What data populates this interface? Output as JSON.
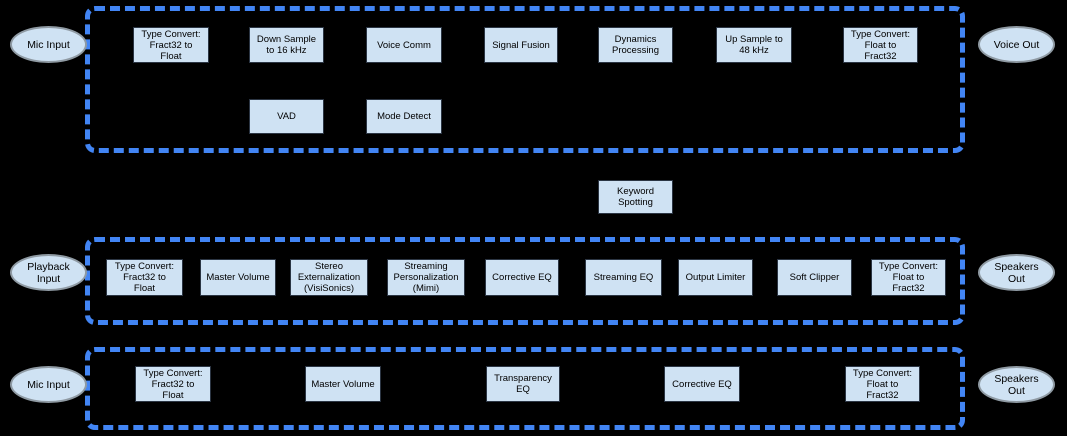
{
  "colors": {
    "background": "#000000",
    "group_border": "#4285f4",
    "block_fill": "#cfe2f3",
    "block_border": "#2b3543",
    "ellipse_fill": "#cfe2f3",
    "ellipse_border": "#8f9aa3"
  },
  "voice_pipeline": {
    "input_label": "Mic Input",
    "output_label": "Voice Out",
    "main_blocks": [
      "Type Convert:\nFract32 to\nFloat",
      "Down Sample\nto 16 kHz",
      "Voice Comm",
      "Signal Fusion",
      "Dynamics\nProcessing",
      "Up Sample to\n48 kHz",
      "Type Convert:\nFloat to\nFract32"
    ],
    "secondary_blocks": [
      "VAD",
      "Mode Detect"
    ]
  },
  "keyword_spotting_label": "Keyword\nSpotting",
  "playback_pipeline": {
    "input_label": "Playback\nInput",
    "output_label": "Speakers\nOut",
    "blocks": [
      "Type Convert:\nFract32 to\nFloat",
      "Master Volume",
      "Stereo\nExternalization\n(VisiSonics)",
      "Streaming\nPersonalization\n(Mimi)",
      "Corrective EQ",
      "Streaming EQ",
      "Output Limiter",
      "Soft Clipper",
      "Type Convert:\nFloat to\nFract32"
    ]
  },
  "mic_passthrough_pipeline": {
    "input_label": "Mic Input",
    "output_label": "Speakers\nOut",
    "blocks": [
      "Type Convert:\nFract32 to\nFloat",
      "Master Volume",
      "Transparency\nEQ",
      "Corrective EQ",
      "Type Convert:\nFloat to\nFract32"
    ]
  }
}
